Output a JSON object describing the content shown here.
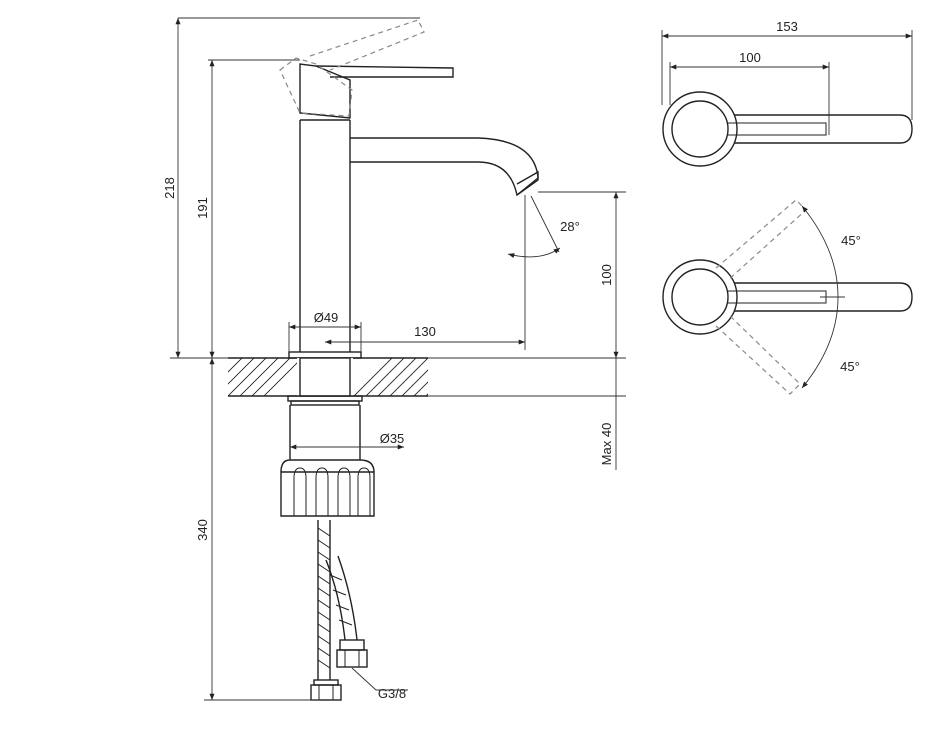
{
  "dimensions": {
    "total_height": "218",
    "spout_height": "191",
    "spout_outlet_height": "100",
    "spout_reach": "130",
    "body_diameter": "Ø49",
    "shank_diameter": "Ø35",
    "max_counter_thickness": "Max 40",
    "hose_length": "340",
    "connection_thread": "G3/8",
    "spout_angle": "28°",
    "top_view_total_length": "153",
    "top_view_lever_length": "100",
    "lever_rotation_left": "45°",
    "lever_rotation_right": "45°"
  }
}
